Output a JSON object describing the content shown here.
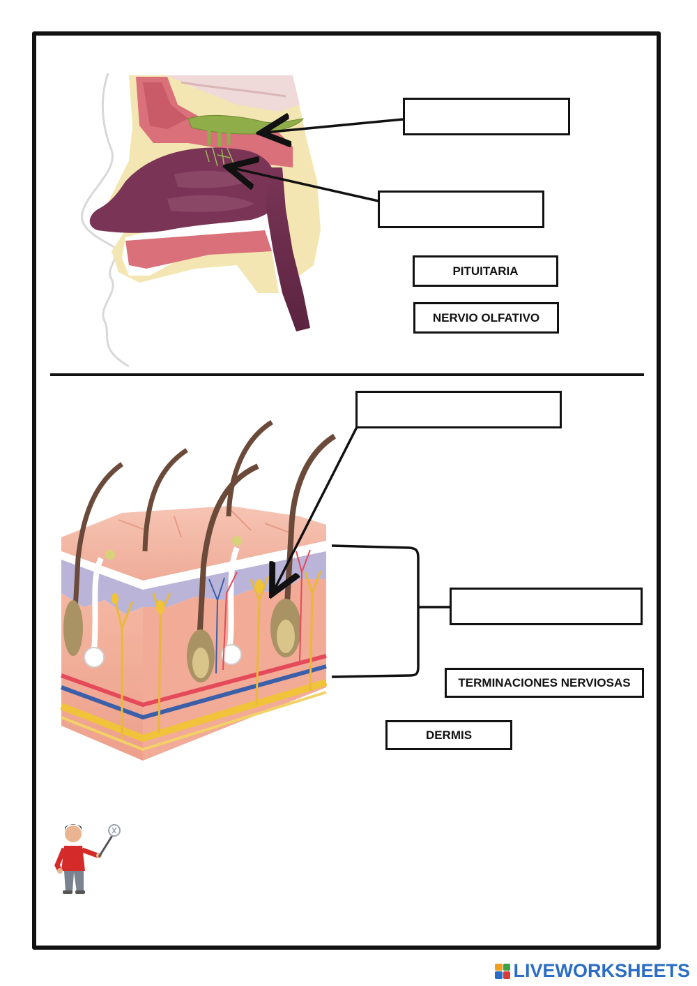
{
  "worksheet": {
    "nose_section": {
      "answer_boxes": [
        "",
        ""
      ],
      "word_bank": [
        "PITUITARIA",
        "NERVIO OLFATIVO"
      ]
    },
    "skin_section": {
      "answer_boxes": [
        "",
        ""
      ],
      "word_bank": [
        "TERMINACIONES NERVIOSAS",
        "DERMIS"
      ]
    }
  },
  "colors": {
    "border": "#111111",
    "brand_blue": "#2b6cc4",
    "nasal_tissue": "#7a3556",
    "olfactory_bulb": "#8fae4a"
  },
  "brand": {
    "name": "LIVEWORKSHEETS"
  }
}
